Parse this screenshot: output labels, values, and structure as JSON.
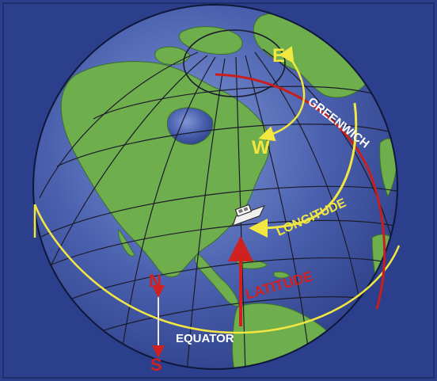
{
  "colors": {
    "background": "#2b3f8c",
    "ocean": "#3a4fa0",
    "ocean_light": "#6b84c8",
    "land": "#6fae4d",
    "land_dark": "#4f8f35",
    "grid": "#1b1b2a",
    "equator": "#f2e640",
    "longitude_arrow": "#f2e640",
    "greenwich": "#c81e1e",
    "latitude": "#d02020",
    "north_south": "#d02020",
    "boat": "#e8e8e8"
  },
  "labels": {
    "east": "E",
    "west": "W",
    "greenwich": "GREENWICH",
    "longitude": "LONGITUDE",
    "latitude": "LATITUDE",
    "north": "N",
    "south": "S",
    "equator": "EQUATOR"
  },
  "icons": {
    "boat": "boat-icon",
    "globe": "globe-icon"
  }
}
